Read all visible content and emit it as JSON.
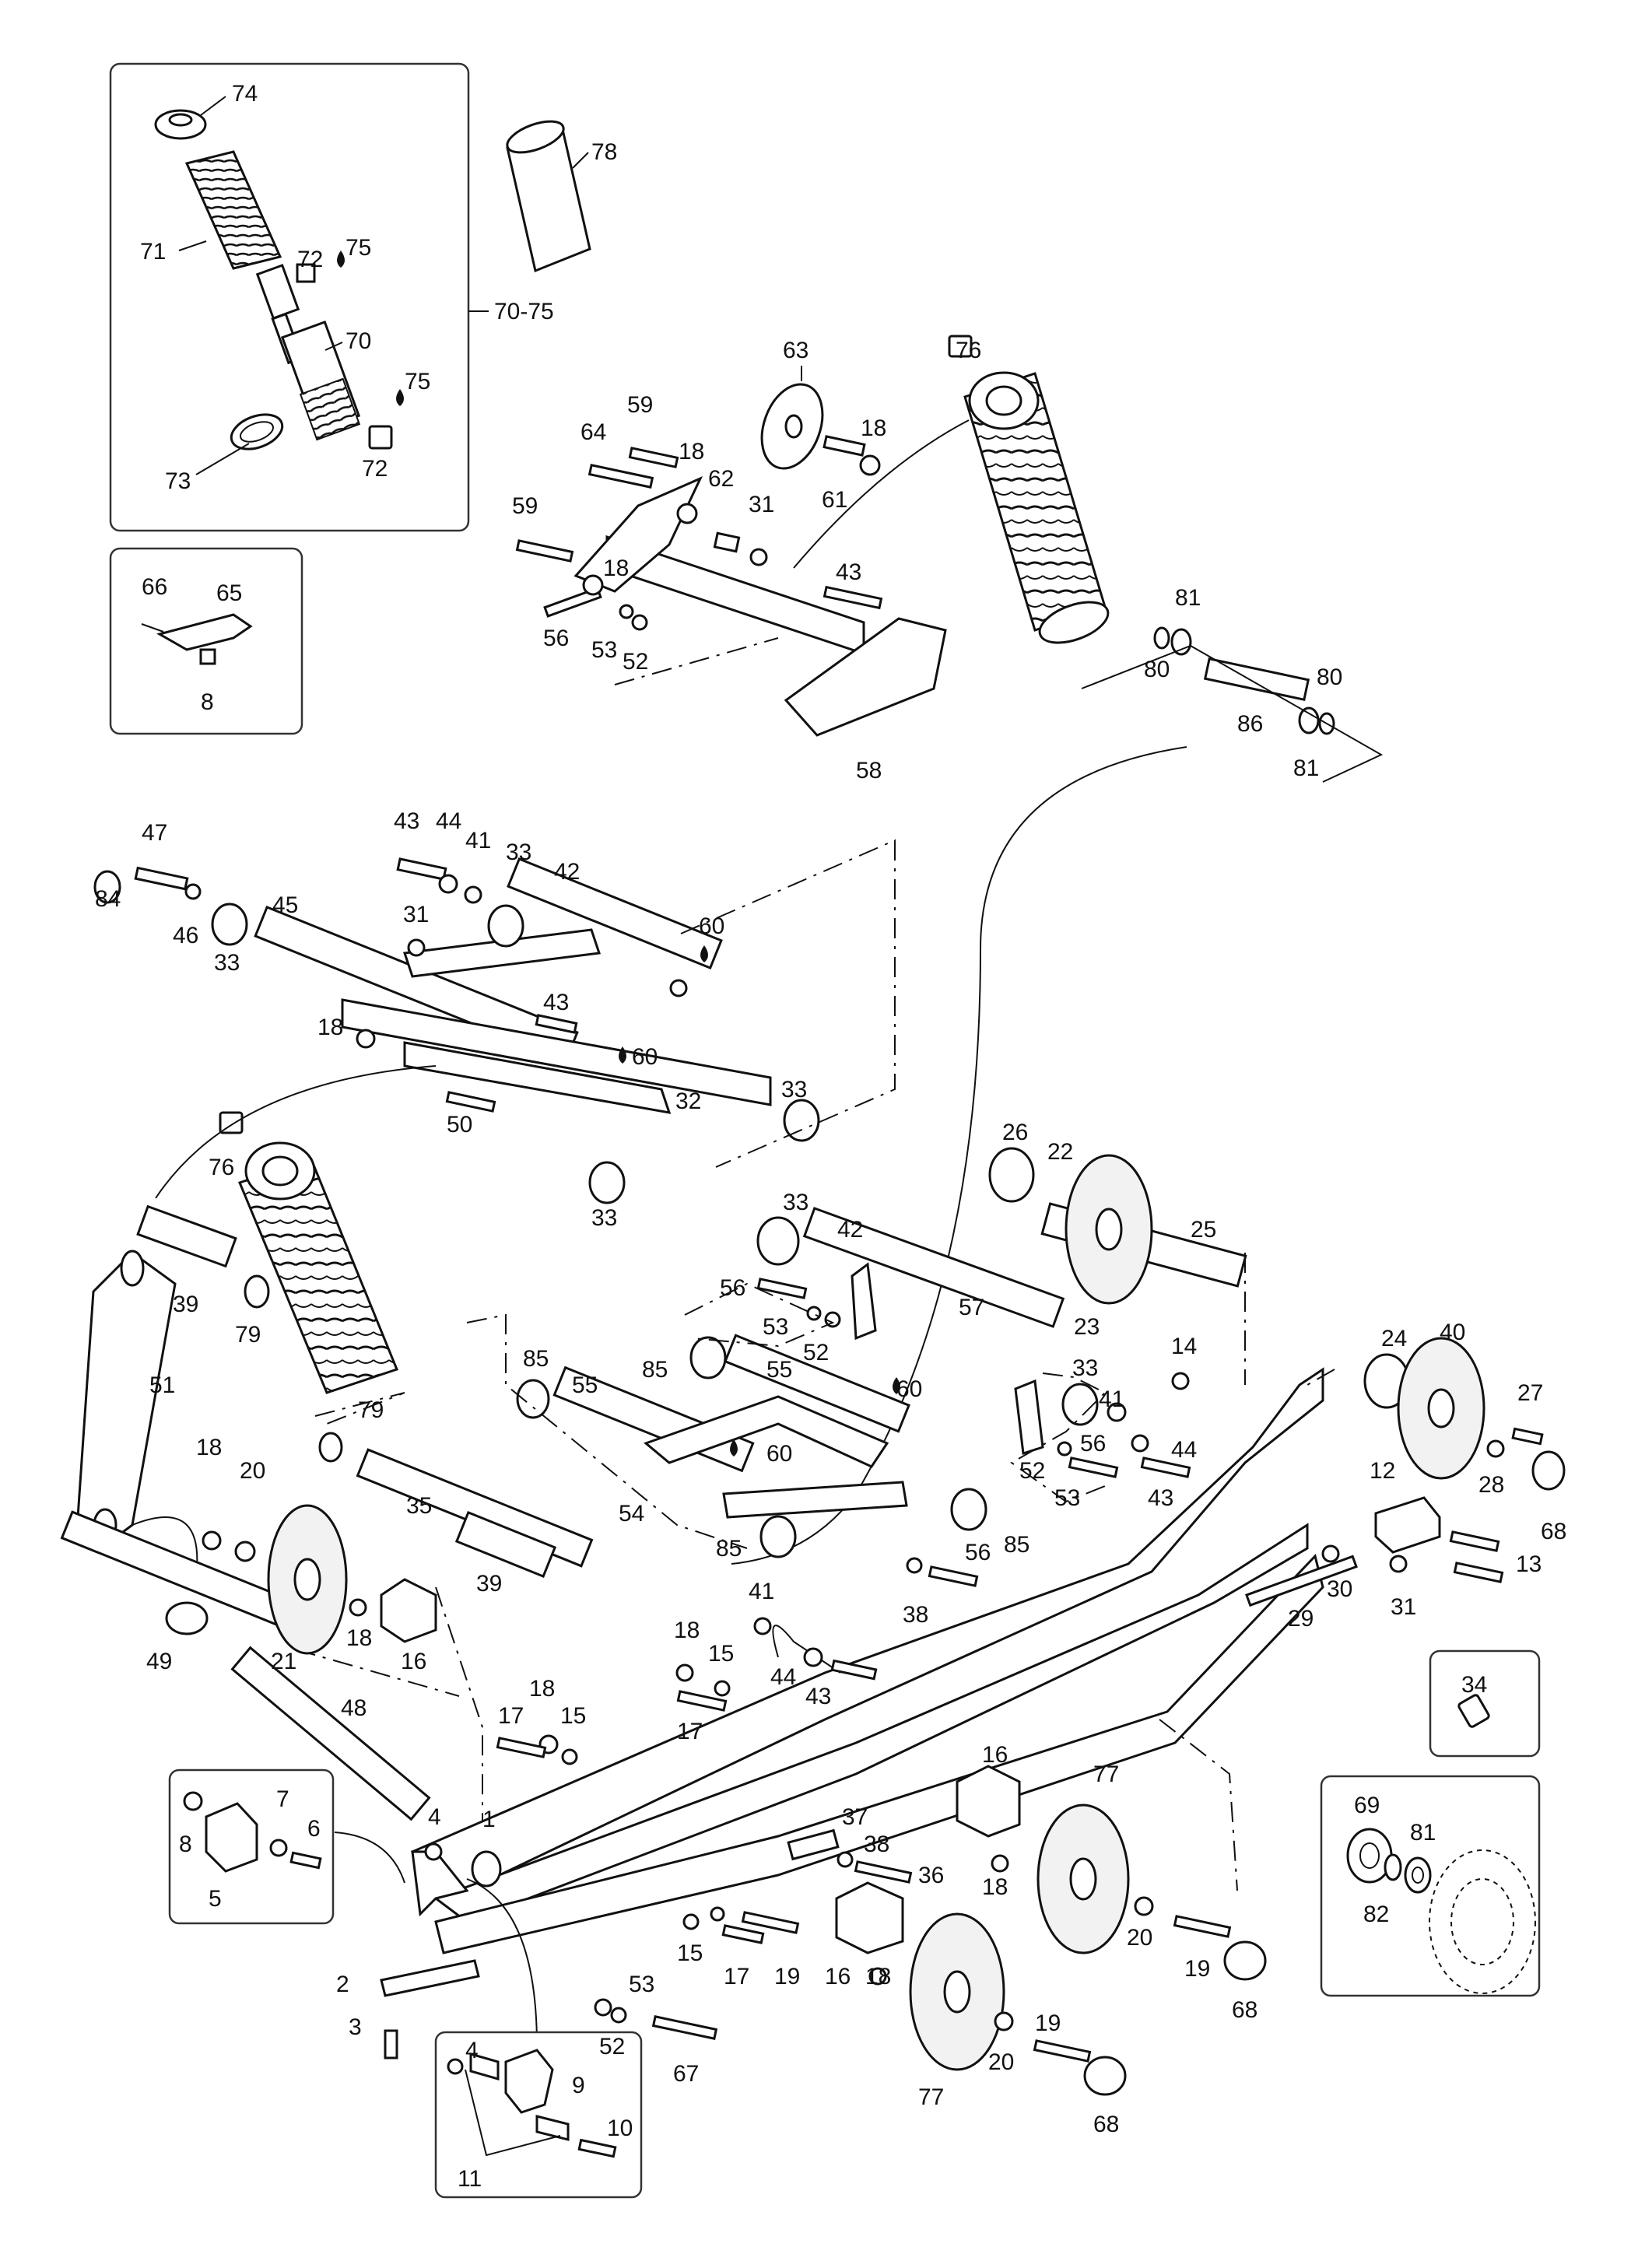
{
  "diagram": {
    "type": "exploded-parts-diagram",
    "labels": {
      "l74": "74",
      "l78": "78",
      "l71": "71",
      "l72a": "72",
      "l75a": "75",
      "l70": "70",
      "l70_75": "70-75",
      "l75b": "75",
      "l73": "73",
      "l72b": "72",
      "l66": "66",
      "l65": "65",
      "l8a": "8",
      "l63": "63",
      "l76a": "76",
      "l59a": "59",
      "l64": "64",
      "l18a": "18",
      "l62": "62",
      "l18b": "18",
      "l59b": "59",
      "l31a": "31",
      "l43a": "43",
      "l18c": "18",
      "l61": "61",
      "l56a": "56",
      "l53a": "53",
      "l52a": "52",
      "l58": "58",
      "l81a": "81",
      "l80a": "80",
      "l80b": "80",
      "l86": "86",
      "l81b": "81",
      "l84": "84",
      "l47": "47",
      "l46": "46",
      "l33a": "33",
      "l45": "45",
      "l43b": "43",
      "l44a": "44",
      "l41a": "41",
      "l33b": "33",
      "l42a": "42",
      "l31b": "31",
      "l60a": "60",
      "l18d": "18",
      "l43c": "43",
      "l60b": "60",
      "l32": "32",
      "l33c": "33",
      "l50": "50",
      "l33d": "33",
      "l76b": "76",
      "l26": "26",
      "l22": "22",
      "l25": "25",
      "l23": "23",
      "l33e": "33",
      "l42b": "42",
      "l56b": "56",
      "l53b": "53",
      "l52b": "52",
      "l57": "57",
      "l85a": "85",
      "l55a": "55",
      "l85b": "85",
      "l55b": "55",
      "l60c": "60",
      "l60d": "60",
      "l54": "54",
      "l85c": "85",
      "l85d": "85",
      "l33f": "33",
      "l41b": "41",
      "l56c": "56",
      "l52c": "52",
      "l53c": "53",
      "l56d": "56",
      "l38a": "38",
      "l39a": "39",
      "l79a": "79",
      "l51": "51",
      "l79b": "79",
      "l18e": "18",
      "l20a": "20",
      "l35": "35",
      "l39b": "39",
      "l21": "21",
      "l18f": "18",
      "l16a": "16",
      "l49": "49",
      "l48": "48",
      "l14": "14",
      "l24": "24",
      "l40": "40",
      "l27": "27",
      "l28": "28",
      "l68a": "68",
      "l44b": "44",
      "l43d": "43",
      "l12": "12",
      "l29": "29",
      "l30": "30",
      "l31c": "31",
      "l13": "13",
      "l41c": "41",
      "l18g": "18",
      "l15a": "15",
      "l44c": "44",
      "l43e": "43",
      "l17a": "17",
      "l18h": "18",
      "l17b": "17",
      "l15b": "15",
      "l34": "34",
      "l69": "69",
      "l81c": "81",
      "l82": "82",
      "l8b": "8",
      "l7": "7",
      "l6": "6",
      "l5": "5",
      "l4a": "4",
      "l1": "1",
      "l2": "2",
      "l3": "3",
      "l37": "37",
      "l38b": "38",
      "l36": "36",
      "l16b": "16",
      "l18i": "18",
      "l77a": "77",
      "l15c": "15",
      "l17c": "17",
      "l19a": "19",
      "l16c": "16",
      "l18j": "18",
      "l20b": "20",
      "l19b": "19",
      "l68b": "68",
      "l20c": "20",
      "l19c": "19",
      "l77b": "77",
      "l68c": "68",
      "l53d": "53",
      "l52d": "52",
      "l67": "67",
      "l4b": "4",
      "l9": "9",
      "l10": "10",
      "l11": "11"
    }
  }
}
